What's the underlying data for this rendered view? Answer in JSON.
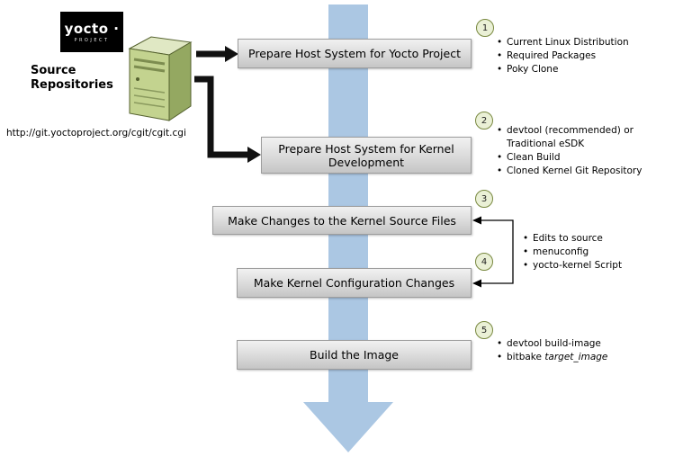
{
  "logo": {
    "brand": "yocto ·",
    "sub": "PROJECT"
  },
  "source": {
    "title": "Source Repositories",
    "url": "http://git.yoctoproject.org/cgit/cgit.cgi"
  },
  "steps": [
    {
      "num": "1",
      "label": "Prepare Host System for Yocto Project"
    },
    {
      "num": "2",
      "label": "Prepare Host System for Kernel Development"
    },
    {
      "num": "3",
      "label": "Make Changes to the Kernel Source Files"
    },
    {
      "num": "4",
      "label": "Make Kernel Configuration Changes"
    },
    {
      "num": "5",
      "label": "Build the Image"
    }
  ],
  "bullets": {
    "step1": [
      "Current Linux Distribution",
      "Required Packages",
      "Poky Clone"
    ],
    "step2": [
      "devtool (recommended) or Traditional eSDK",
      "Clean Build",
      "Cloned Kernel Git Repository"
    ],
    "steps34": [
      "Edits to source",
      "menuconfig",
      "yocto-kernel Script"
    ],
    "step5_item1": "devtool build-image",
    "step5_item2_prefix": "bitbake ",
    "step5_item2_italic": "target_image"
  },
  "colors": {
    "flow_arrow_blue": "#abc7e3",
    "box_gray_top": "#f1f1f1",
    "box_gray_bottom": "#c5c5c5",
    "badge_fill": "#eaf0d6",
    "badge_border": "#78883f",
    "server_green": "#c3d38f",
    "logo_bg": "#000000",
    "connector_black": "#111111"
  }
}
